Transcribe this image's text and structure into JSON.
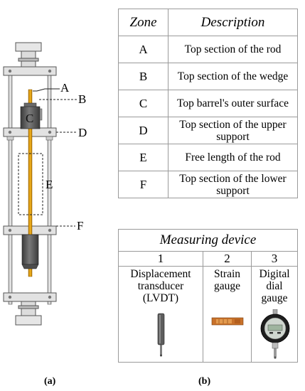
{
  "diagram": {
    "labels": [
      "A",
      "B",
      "C",
      "D",
      "E",
      "F"
    ]
  },
  "zone_table": {
    "headers": [
      "Zone",
      "Description"
    ],
    "rows": [
      {
        "zone": "A",
        "description": "Top section of the rod"
      },
      {
        "zone": "B",
        "description": "Top section of the wedge"
      },
      {
        "zone": "C",
        "description": "Top barrel's outer surface"
      },
      {
        "zone": "D",
        "description": "Top section of the upper support"
      },
      {
        "zone": "E",
        "description": "Free length of the rod"
      },
      {
        "zone": "F",
        "description": "Top section of the lower support"
      }
    ]
  },
  "device_table": {
    "title": "Measuring device",
    "devices": [
      {
        "number": "1",
        "name": "Displacement transducer (LVDT)"
      },
      {
        "number": "2",
        "name": "Strain gauge"
      },
      {
        "number": "3",
        "name": "Digital dial gauge"
      }
    ]
  },
  "captions": {
    "left": "(a)",
    "right": "(b)"
  },
  "colors": {
    "rod": "#e8a20c",
    "barrel": "#5a5a5a",
    "frame": "#d0d0d0"
  }
}
